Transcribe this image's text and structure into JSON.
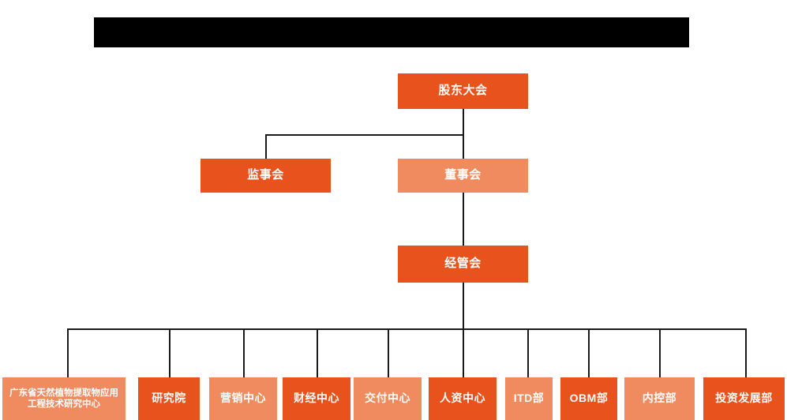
{
  "header": {
    "banner_label": "",
    "banner_state": "redacted",
    "banner_color": "#000000"
  },
  "theme": {
    "background": "#FFFFFF",
    "node_dark": "#E8521C",
    "node_light": "#EF8B5F",
    "connector": "#1A1A1A",
    "node_text": "#FFFFFF"
  },
  "chart_data": {
    "type": "diagram",
    "diagram_kind": "organization-chart",
    "title": "",
    "orientation": "top-down",
    "levels": [
      {
        "level": 1,
        "nodes": [
          {
            "id": "shareholders",
            "label": "股东大会",
            "color": "#E8521C",
            "tone": "dark"
          }
        ]
      },
      {
        "level": 2,
        "nodes": [
          {
            "id": "supervisors",
            "label": "监事会",
            "color": "#E8521C",
            "tone": "dark"
          },
          {
            "id": "directors",
            "label": "董事会",
            "color": "#EF8B5F",
            "tone": "light"
          }
        ]
      },
      {
        "level": 3,
        "nodes": [
          {
            "id": "management",
            "label": "经管会",
            "color": "#E8521C",
            "tone": "dark"
          }
        ]
      },
      {
        "level": 4,
        "nodes": [
          {
            "id": "research-center",
            "label": "广东省天然植物提取物应用工程技术研究中心",
            "color": "#EF8B5F",
            "tone": "light"
          },
          {
            "id": "research-institute",
            "label": "研究院",
            "color": "#E8521C",
            "tone": "dark"
          },
          {
            "id": "marketing-center",
            "label": "营销中心",
            "color": "#EF8B5F",
            "tone": "light"
          },
          {
            "id": "finance-center",
            "label": "财经中心",
            "color": "#E8521C",
            "tone": "dark"
          },
          {
            "id": "delivery-center",
            "label": "交付中心",
            "color": "#EF8B5F",
            "tone": "light"
          },
          {
            "id": "hr-center",
            "label": "人资中心",
            "color": "#E8521C",
            "tone": "dark"
          },
          {
            "id": "itd-dept",
            "label": "ITD部",
            "color": "#EF8B5F",
            "tone": "light"
          },
          {
            "id": "obm-dept",
            "label": "OBM部",
            "color": "#E8521C",
            "tone": "dark"
          },
          {
            "id": "internal-control-dept",
            "label": "内控部",
            "color": "#EF8B5F",
            "tone": "light"
          },
          {
            "id": "investment-dev-dept",
            "label": "投资发展部",
            "color": "#E8521C",
            "tone": "dark"
          }
        ]
      }
    ],
    "edges": [
      {
        "from": "shareholders",
        "to": "supervisors"
      },
      {
        "from": "shareholders",
        "to": "directors"
      },
      {
        "from": "directors",
        "to": "management"
      },
      {
        "from": "management",
        "to": "research-center"
      },
      {
        "from": "management",
        "to": "research-institute"
      },
      {
        "from": "management",
        "to": "marketing-center"
      },
      {
        "from": "management",
        "to": "finance-center"
      },
      {
        "from": "management",
        "to": "delivery-center"
      },
      {
        "from": "management",
        "to": "hr-center"
      },
      {
        "from": "management",
        "to": "itd-dept"
      },
      {
        "from": "management",
        "to": "obm-dept"
      },
      {
        "from": "management",
        "to": "internal-control-dept"
      },
      {
        "from": "management",
        "to": "investment-dev-dept"
      }
    ]
  }
}
